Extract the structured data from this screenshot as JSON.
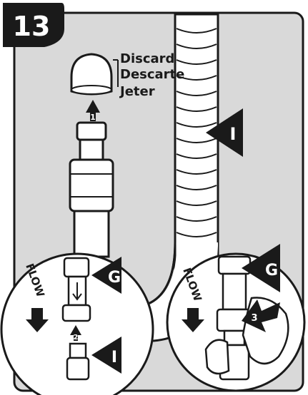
{
  "step": {
    "number": "13"
  },
  "discard_labels": [
    "Discard",
    "Descarte",
    "Jeter"
  ],
  "arrows": {
    "remove_cap": "1",
    "push_up": "2",
    "press": "3"
  },
  "callouts": {
    "hose": "I",
    "valve_main": "G",
    "hose_inset": "I",
    "valve_inset_right": "G"
  },
  "flow_labels": {
    "left": "FLOW",
    "right": "FLOW"
  },
  "colors": {
    "panel_bg": "#d9d9d9",
    "ink": "#1a1a1a",
    "white": "#ffffff"
  }
}
